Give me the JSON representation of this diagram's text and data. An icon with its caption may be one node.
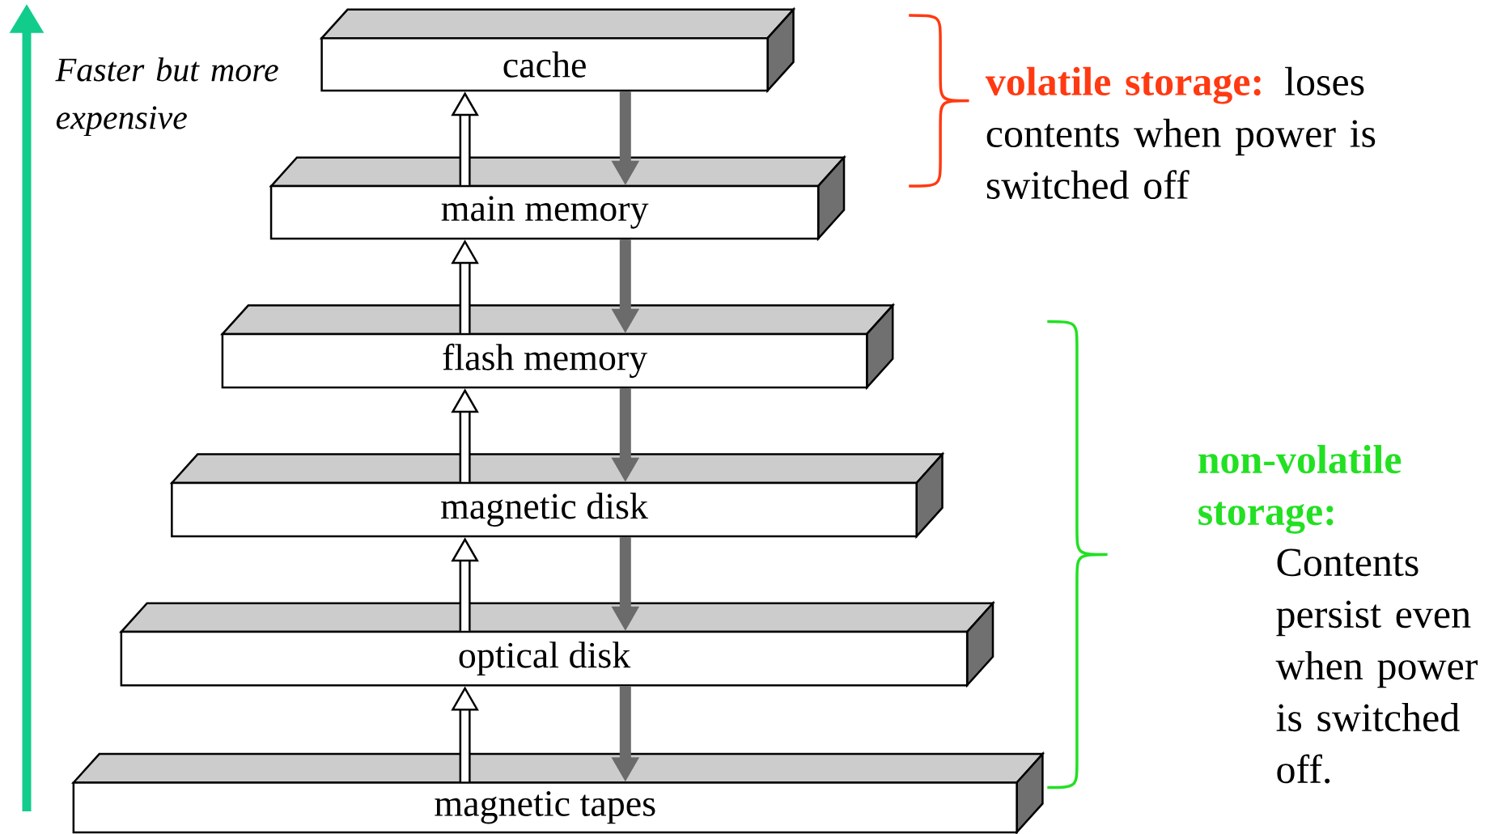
{
  "diagram": {
    "nodes": [
      {
        "text": [
          "cache"
        ]
      },
      {
        "text": [
          "main memory"
        ]
      },
      {
        "text": [
          "flash memory"
        ]
      },
      {
        "text": [
          "magnetic disk"
        ]
      },
      {
        "text": [
          "optical disk"
        ]
      },
      {
        "text": [
          "magnetic tapes"
        ]
      }
    ],
    "edges": [
      {
        "from": 1,
        "to": 0,
        "arrow": "to"
      },
      {
        "from": 0,
        "to": 1,
        "arrow": "to",
        "color": "#6b6b6b"
      },
      {
        "from": 2,
        "to": 1,
        "arrow": "to"
      },
      {
        "from": 1,
        "to": 2,
        "arrow": "to",
        "color": "#6b6b6b"
      },
      {
        "from": 3,
        "to": 2,
        "arrow": "to"
      },
      {
        "from": 2,
        "to": 3,
        "arrow": "to",
        "color": "#6b6b6b"
      },
      {
        "from": 4,
        "to": 3,
        "arrow": "to"
      },
      {
        "from": 3,
        "to": 4,
        "arrow": "to",
        "color": "#6b6b6b"
      },
      {
        "from": 5,
        "to": 4,
        "arrow": "to"
      },
      {
        "from": 4,
        "to": 5,
        "arrow": "to",
        "color": "#6b6b6b"
      }
    ],
    "labels": [
      "Faster but more expensive",
      "volatile storage:",
      "loses contents when power is switched off",
      "non-volatile storage:",
      "Contents persist even when power is switched off."
    ]
  }
}
